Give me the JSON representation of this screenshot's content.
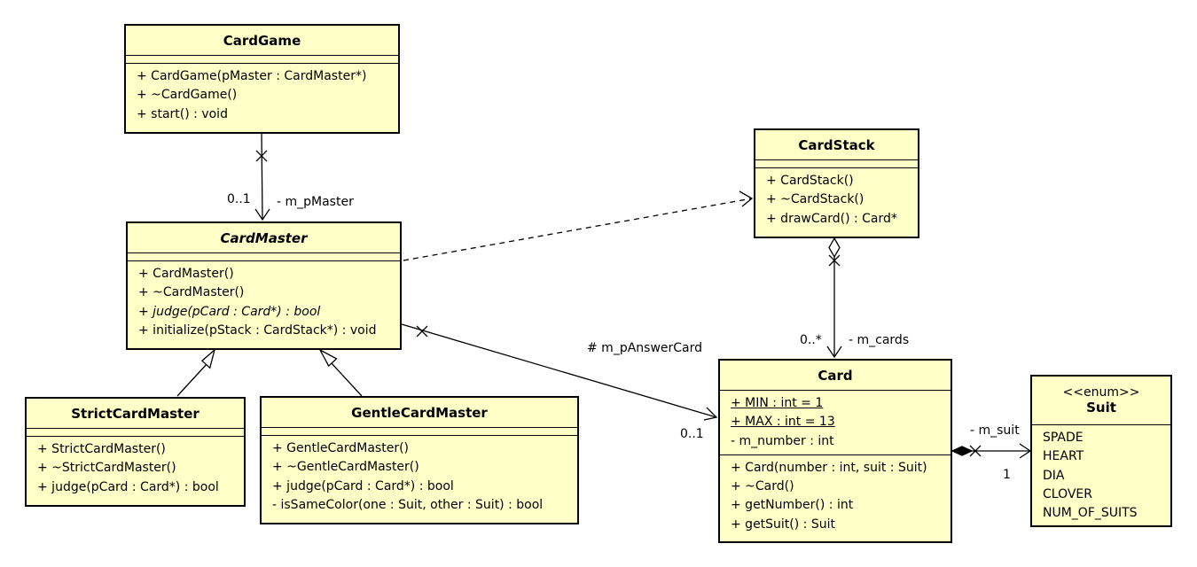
{
  "classes": {
    "cardgame": {
      "name": "CardGame",
      "operations": [
        "+ CardGame(pMaster : CardMaster*)",
        "+ ~CardGame()",
        "+ start() : void"
      ]
    },
    "cardmaster": {
      "name": "CardMaster",
      "abstract": true,
      "operations": [
        "+ CardMaster()",
        "+ ~CardMaster()",
        "+ judge(pCard : Card*) : bool",
        "+ initialize(pStack : CardStack*) : void"
      ]
    },
    "strictcardmaster": {
      "name": "StrictCardMaster",
      "operations": [
        "+ StrictCardMaster()",
        "+ ~StrictCardMaster()",
        "+ judge(pCard : Card*) : bool"
      ]
    },
    "gentlecardmaster": {
      "name": "GentleCardMaster",
      "operations": [
        "+ GentleCardMaster()",
        "+ ~GentleCardMaster()",
        "+ judge(pCard : Card*) : bool",
        "- isSameColor(one : Suit, other : Suit) : bool"
      ]
    },
    "cardstack": {
      "name": "CardStack",
      "operations": [
        "+ CardStack()",
        "+ ~CardStack()",
        "+ drawCard() : Card*"
      ]
    },
    "card": {
      "name": "Card",
      "attributes": [
        "+ MIN : int = 1",
        "+ MAX : int = 13",
        "- m_number : int"
      ],
      "operations": [
        "+ Card(number : int, suit : Suit)",
        "+ ~Card()",
        "+ getNumber() : int",
        "+ getSuit() : Suit"
      ]
    },
    "suit": {
      "stereotype": "<<enum>>",
      "name": "Suit",
      "literals": [
        "SPADE",
        "HEART",
        "DIA",
        "CLOVER",
        "NUM_OF_SUITS"
      ]
    }
  },
  "associations": {
    "game_master": {
      "multiplicity": "0..1",
      "role": "- m_pMaster"
    },
    "stack_cards": {
      "multiplicity": "0..*",
      "role": "- m_cards"
    },
    "master_card": {
      "multiplicity": "0..1",
      "role": "# m_pAnswerCard"
    },
    "card_suit": {
      "multiplicity": "1",
      "role": "- m_suit"
    }
  }
}
